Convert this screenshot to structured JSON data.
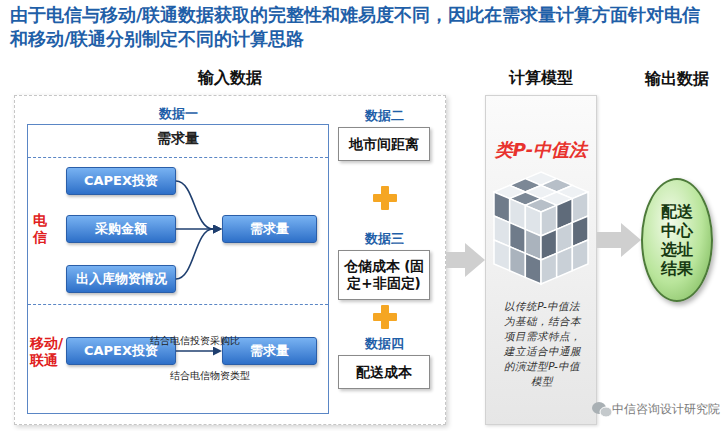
{
  "diagram": {
    "title": "由于电信与移动/联通数据获取的完整性和难易度不同，因此在需求量计算方面针对电信和移动/联通分别制定不同的计算思路",
    "nodes": [
      {
        "text": [
          "输入数据"
        ]
      },
      {
        "text": [
          "数据一",
          "需求量"
        ],
        "in": 0
      },
      {
        "text": [
          "电信"
        ],
        "in": 1
      },
      {
        "text": [
          "移动/联通"
        ],
        "in": 1
      },
      {
        "text": [
          "CAPEX投资"
        ],
        "in": 2
      },
      {
        "text": [
          "采购金额"
        ],
        "in": 2
      },
      {
        "text": [
          "出入库物资情况"
        ],
        "in": 2
      },
      {
        "text": [
          "需求量"
        ],
        "in": 2
      },
      {
        "text": [
          "CAPEX投资"
        ],
        "in": 3
      },
      {
        "text": [
          "需求量"
        ],
        "in": 3
      },
      {
        "text": [
          "数据二",
          "地市间距离"
        ],
        "in": 0
      },
      {
        "text": [
          "数据三",
          "仓储成本 (固定+非固定)"
        ],
        "in": 0
      },
      {
        "text": [
          "数据四",
          "配送成本"
        ],
        "in": 0
      },
      {
        "text": [
          "计算模型",
          "类P-中值法",
          "以传统P-中值法为基础，结合本项目需求特点，建立适合中通服的演进型P-中值模型"
        ]
      },
      {
        "text": [
          "输出数据",
          "配送中心选址结果"
        ]
      }
    ],
    "edges": [
      {
        "from": 4,
        "to": 7,
        "arrow": "to"
      },
      {
        "from": 5,
        "to": 7,
        "arrow": "to"
      },
      {
        "from": 6,
        "to": 7,
        "arrow": "to"
      },
      {
        "from": 8,
        "to": 9,
        "label": "结合电信投资采购比",
        "arrow": "to"
      },
      {
        "from": 0,
        "to": 13,
        "arrow": "to"
      },
      {
        "from": 13,
        "to": 14,
        "arrow": "to"
      }
    ],
    "labels": [
      "结合电信物资类型",
      "中信咨询设计研究院"
    ]
  }
}
